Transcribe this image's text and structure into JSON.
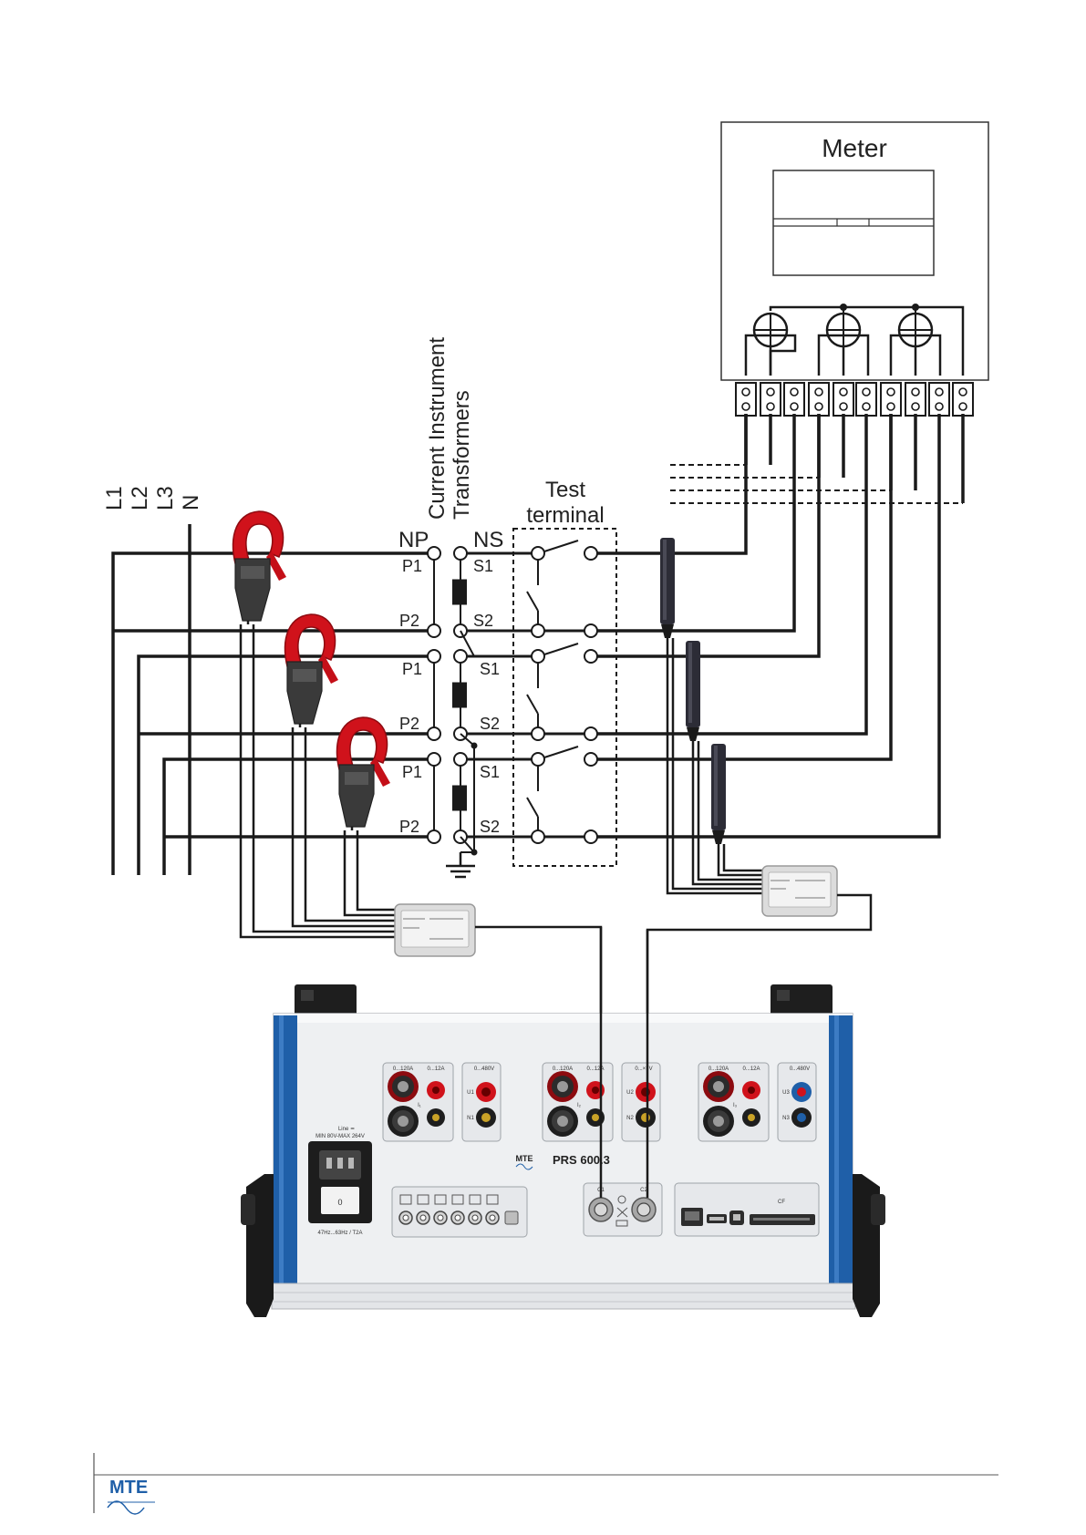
{
  "meter": {
    "title": "Meter"
  },
  "lines": [
    "L1",
    "L2",
    "L3",
    "N"
  ],
  "transformers": {
    "title_line1": "Current Instrument",
    "title_line2": "Transformers",
    "np": "NP",
    "ns": "NS",
    "p1": "P1",
    "p2": "P2",
    "s1": "S1",
    "s2": "S2"
  },
  "test_terminal": {
    "line1": "Test",
    "line2": "terminal"
  },
  "device": {
    "model": "PRS 600.3",
    "brand": "MTE",
    "line_label": "Line ≃",
    "line_range": "MIN 80V-MAX 264V",
    "line_freq": "47Hz...63Hz / T2A",
    "range_120": "0...120A",
    "range_12": "0...12A",
    "range_480": "0...480V",
    "range_480_b": "0...××V",
    "u1": "U1",
    "n1": "N1",
    "u2": "U2",
    "n2": "N2",
    "u3": "U3",
    "n3": "N3",
    "i1": "I₁",
    "i2": "I₂",
    "i3": "I₃",
    "c1": "C1",
    "c2": "C2",
    "cf": "CF"
  },
  "footer": {
    "logo": "MTE"
  },
  "colors": {
    "clamp_red": "#d0121b",
    "device_blue": "#1f5fa8",
    "wire": "#1a1a1a"
  }
}
